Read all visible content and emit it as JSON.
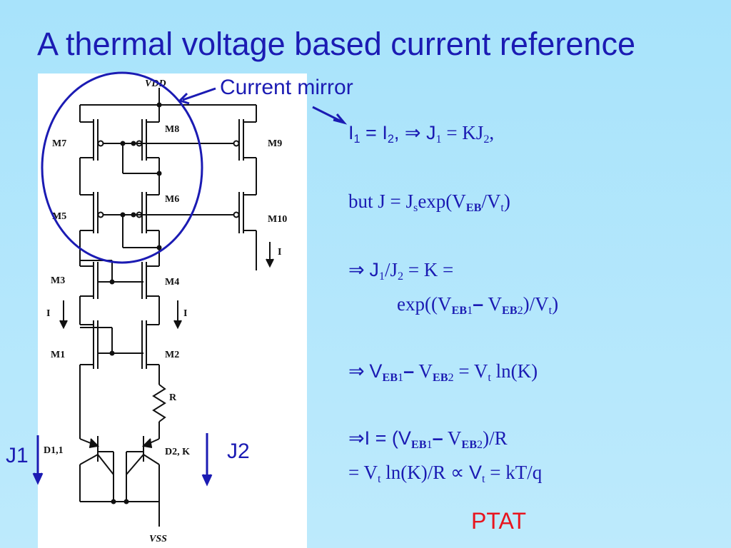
{
  "slide": {
    "title": "A thermal voltage based current reference",
    "callouts": {
      "current_mirror": "Current mirror",
      "j1": "J1",
      "j2": "J2"
    },
    "circuit_labels": {
      "vdd": "VDD",
      "vss": "VSS",
      "m1": "M1",
      "m2": "M2",
      "m3": "M3",
      "m4": "M4",
      "m5": "M5",
      "m6": "M6",
      "m7": "M7",
      "m8": "M8",
      "m9": "M9",
      "m10": "M10",
      "r": "R",
      "d1": "D1,1",
      "d2": "D2, K",
      "i": "I"
    },
    "equations": {
      "line1": {
        "i1": "I",
        "sub1": "1",
        "eq_a": " = ",
        "i2": "I",
        "sub2": "2",
        "implies": ", ⇒ ",
        "j1": "J",
        "sub3": "1",
        "rest": " = KJ",
        "sub4": "2",
        "tail": ","
      },
      "line2": {
        "pre": "but J = J",
        "sub_s": "s",
        "mid": "exp(V",
        "sub_eb": "EB",
        "post": "/V",
        "sub_t": "t",
        "end": ")"
      },
      "line3": {
        "implies": "⇒ ",
        "j1": "J",
        "sub1": "1",
        "mid": "/J",
        "sub2": "2",
        "rest": " = K ="
      },
      "line4": {
        "pre": "exp((V",
        "sub_eb1": "EB",
        "sub_1": "1",
        "dash": "–",
        "v2": " V",
        "sub_eb2": "EB",
        "sub_2": "2",
        "mid": ")/V",
        "sub_t": "t",
        "end": ")"
      },
      "line5": {
        "implies": "⇒ ",
        "v": "V",
        "sub_eb1": "EB",
        "sub_1": "1",
        "dash": "–",
        "v2": " V",
        "sub_eb2": "EB",
        "sub_2": "2",
        "mid": " = V",
        "sub_t": "t",
        "end": " ln(K)"
      },
      "line6": {
        "implies": "⇒",
        "i": "I = (V",
        "sub_eb1": "EB",
        "sub_1": "1",
        "dash": "–",
        "v2": " V",
        "sub_eb2": "EB",
        "sub_2": "2",
        "end": ")/R"
      },
      "line7": {
        "pre": "= V",
        "sub_t": "t",
        "mid": " ln(K)/R ∝ ",
        "v": "V",
        "sub_t2": "t",
        "end": " = kT/q"
      },
      "ptat": "PTAT"
    },
    "colors": {
      "background": "#a8e3fb",
      "text": "#1b1bb3",
      "highlight": "#e8141e",
      "circuit_bg": "#ffffff"
    }
  }
}
